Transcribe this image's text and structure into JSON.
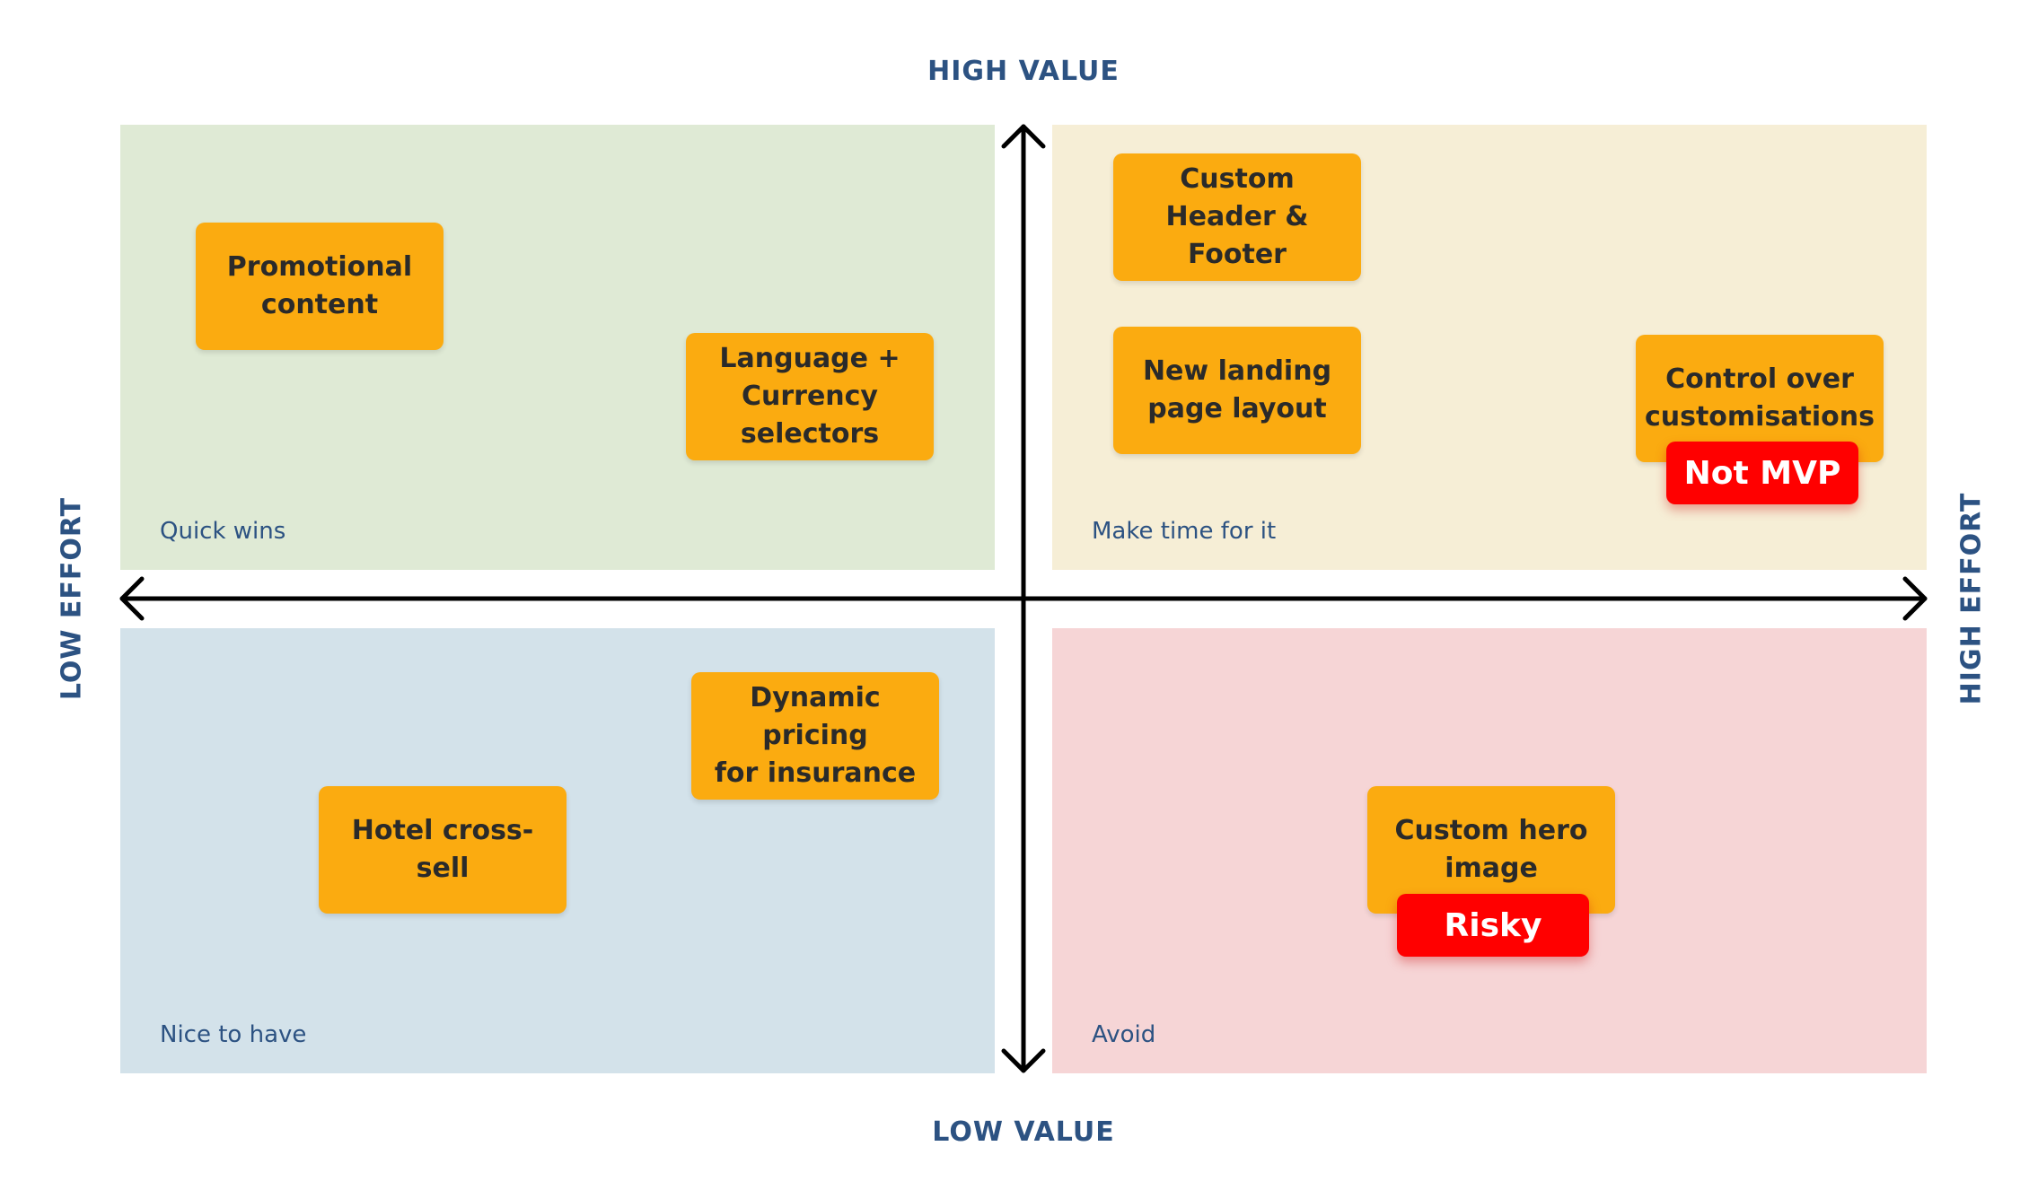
{
  "axes": {
    "top_label": "HIGH VALUE",
    "bottom_label": "LOW VALUE",
    "left_label": "LOW EFFORT",
    "right_label": "HIGH EFFORT"
  },
  "quadrants": {
    "top_left": {
      "label": "Quick wins",
      "color": "#dfead5"
    },
    "top_right": {
      "label": "Make time for it",
      "color": "#f6eed6"
    },
    "bottom_left": {
      "label": "Nice to have",
      "color": "#d3e2ea"
    },
    "bottom_right": {
      "label": "Avoid",
      "color": "#f6d5d6"
    }
  },
  "cards": {
    "promotional": "Promotional\ncontent",
    "language": "Language +\nCurrency\nselectors",
    "header": "Custom\nHeader & Footer",
    "landing": "New landing\npage layout",
    "control": "Control over\ncustomisations",
    "dynamic": "Dynamic pricing\nfor insurance",
    "hotel": "Hotel cross-sell",
    "hero": "Custom hero\nimage"
  },
  "badges": {
    "not_mvp": "Not MVP",
    "risky": "Risky"
  },
  "colors": {
    "card": "#fbab10",
    "badge": "#ff0000",
    "label_text": "#2c5282",
    "axis": "#000000"
  }
}
